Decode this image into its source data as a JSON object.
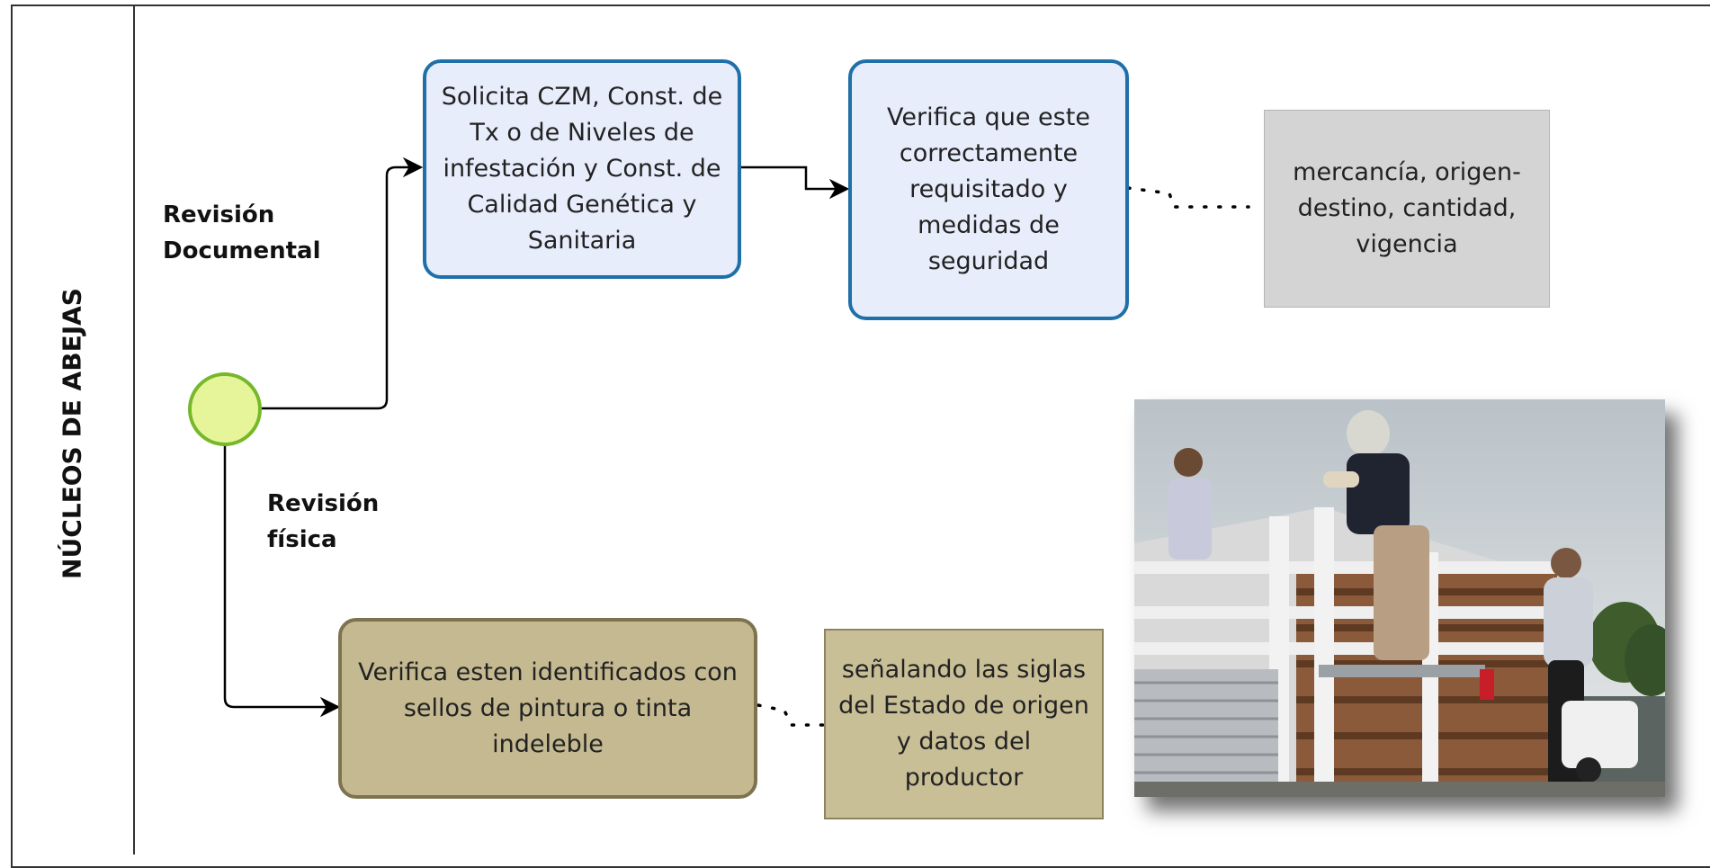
{
  "lane": {
    "title": "NÚCLEOS DE ABEJAS"
  },
  "flows": {
    "documental": [
      "Revisión",
      "Documental"
    ],
    "fisica": [
      "Revisión",
      "física"
    ]
  },
  "tasks": {
    "solicita": "Solicita CZM,  Const. de  Tx o  de Niveles de infestación y Const. de Calidad Genética y Sanitaria",
    "verifica_requisitado": "Verifica que este correctamente requisitado  y medidas de seguridad",
    "verifica_identificados": "Verifica esten identificados con sellos de pintura o  tinta indeleble"
  },
  "annotations": {
    "mercancia": "mercancía, origen-destino, cantidad, vigencia",
    "senalando": "señalando las siglas del Estado de origen y  datos del productor"
  },
  "colors": {
    "task_blue_fill": "#e8edfc",
    "task_blue_border": "#1f6fa8",
    "task_olive_fill": "#c4b990",
    "start_event_fill": "#e6f59a",
    "start_event_border": "#76b82a"
  }
}
